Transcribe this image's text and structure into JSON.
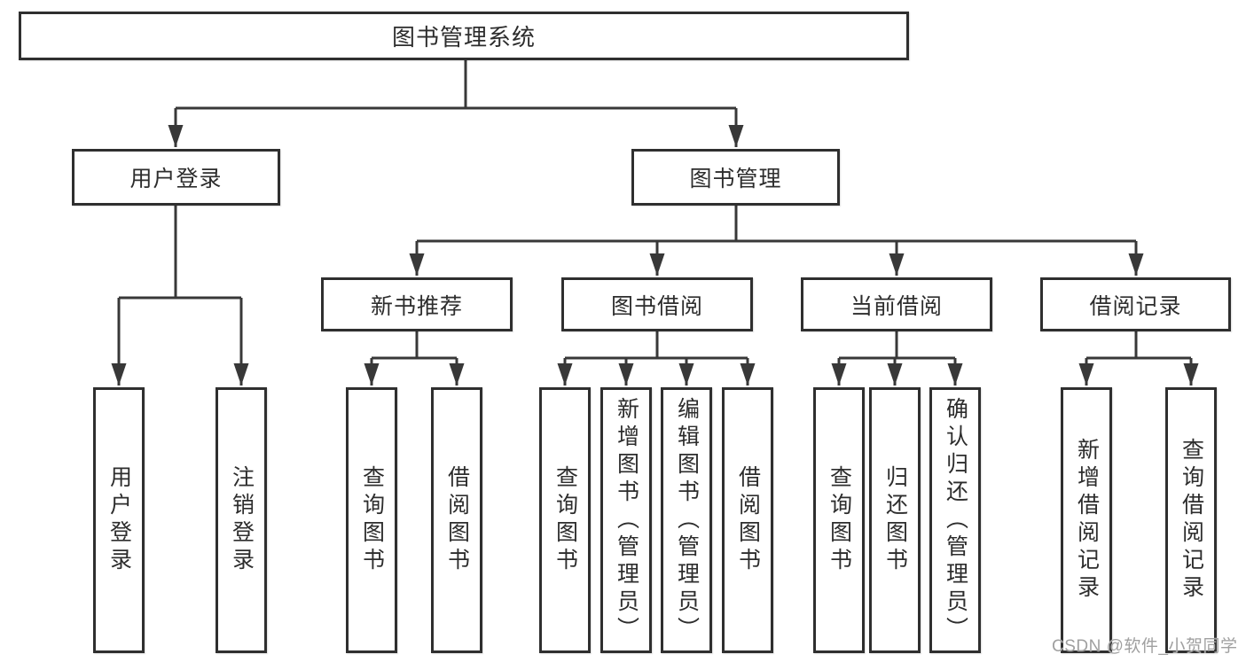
{
  "diagram_title": "图书管理系统",
  "nodes": {
    "root": "图书管理系统",
    "user_login_group": "用户登录",
    "book_mgmt": "图书管理",
    "new_book_rec": "新书推荐",
    "book_borrow": "图书借阅",
    "current_borrow": "当前借阅",
    "borrow_records": "借阅记录",
    "leaf_user_login": "用户登录",
    "leaf_logout": "注销登录",
    "leaf_rec_query": "查询图书",
    "leaf_rec_borrow": "借阅图书",
    "leaf_bb_query": "查询图书",
    "leaf_bb_add": "新增图书（管理员）",
    "leaf_bb_edit": "编辑图书（管理员）",
    "leaf_bb_borrow": "借阅图书",
    "leaf_cb_query": "查询图书",
    "leaf_cb_return": "归还图书",
    "leaf_cb_confirm": "确认归还（管理员）",
    "leaf_br_add": "新增借阅记录",
    "leaf_br_query": "查询借阅记录"
  },
  "watermark": "CSDN @软件_小贺同学",
  "colors": {
    "line": "#383838",
    "box_border": "#2f2f2f",
    "box_background": "#ffffff",
    "text": "#2d2d2d",
    "watermark": "#a0a0a0",
    "page_background": "#ffffff"
  }
}
